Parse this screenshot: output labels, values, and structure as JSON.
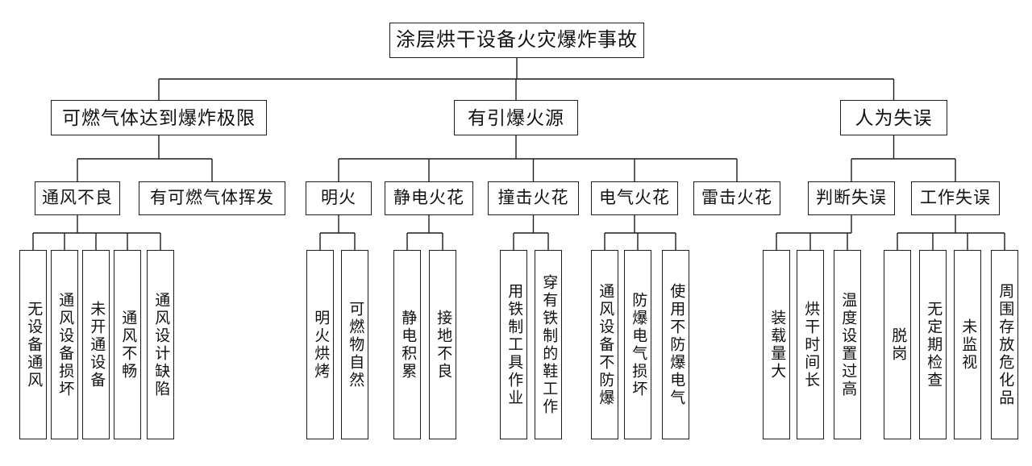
{
  "diagram": {
    "type": "fault-tree",
    "title": "涂层烘干设备火灾爆炸事故",
    "colors": {
      "background": "#ffffff",
      "line": "#1c1c1c",
      "box_border": "#1c1c1c",
      "text": "#111111"
    },
    "nodes": [
      {
        "id": "root",
        "parent": null,
        "label": "涂层烘干设备火灾爆炸事故"
      },
      {
        "id": "g1",
        "parent": "root",
        "label": "可燃气体达到爆炸极限"
      },
      {
        "id": "g2",
        "parent": "root",
        "label": "有引爆火源"
      },
      {
        "id": "g3",
        "parent": "root",
        "label": "人为失误"
      },
      {
        "id": "g1a",
        "parent": "g1",
        "label": "通风不良"
      },
      {
        "id": "g1b",
        "parent": "g1",
        "label": "有可燃气体挥发"
      },
      {
        "id": "g2a",
        "parent": "g2",
        "label": "明火"
      },
      {
        "id": "g2b",
        "parent": "g2",
        "label": "静电火花"
      },
      {
        "id": "g2c",
        "parent": "g2",
        "label": "撞击火花"
      },
      {
        "id": "g2d",
        "parent": "g2",
        "label": "电气火花"
      },
      {
        "id": "g2e",
        "parent": "g2",
        "label": "雷击火花"
      },
      {
        "id": "g3a",
        "parent": "g3",
        "label": "判断失误"
      },
      {
        "id": "g3b",
        "parent": "g3",
        "label": "工作失误"
      },
      {
        "id": "l1",
        "parent": "g1a",
        "label": "无设备通风"
      },
      {
        "id": "l2",
        "parent": "g1a",
        "label": "通风设备损坏"
      },
      {
        "id": "l3",
        "parent": "g1a",
        "label": "未开通设备"
      },
      {
        "id": "l4",
        "parent": "g1a",
        "label": "通风不畅"
      },
      {
        "id": "l5",
        "parent": "g1a",
        "label": "通风设计缺陷"
      },
      {
        "id": "l6",
        "parent": "g2a",
        "label": "明火烘烤"
      },
      {
        "id": "l7",
        "parent": "g2a",
        "label": "可燃物自然"
      },
      {
        "id": "l8",
        "parent": "g2b",
        "label": "静电积累"
      },
      {
        "id": "l9",
        "parent": "g2b",
        "label": "接地不良"
      },
      {
        "id": "l10",
        "parent": "g2c",
        "label": "用铁制工具作业"
      },
      {
        "id": "l11",
        "parent": "g2c",
        "label": "穿有铁制的鞋工作"
      },
      {
        "id": "l12",
        "parent": "g2d",
        "label": "通风设备不防爆"
      },
      {
        "id": "l13",
        "parent": "g2d",
        "label": "防爆电气损坏"
      },
      {
        "id": "l14",
        "parent": "g2d",
        "label": "使用不防爆电气"
      },
      {
        "id": "l15",
        "parent": "g3a",
        "label": "装载量大"
      },
      {
        "id": "l16",
        "parent": "g3a",
        "label": "烘干时间长"
      },
      {
        "id": "l17",
        "parent": "g3a",
        "label": "温度设置过高"
      },
      {
        "id": "l18",
        "parent": "g3b",
        "label": "脱岗"
      },
      {
        "id": "l19",
        "parent": "g3b",
        "label": "无定期检查"
      },
      {
        "id": "l20",
        "parent": "g3b",
        "label": "未监视"
      },
      {
        "id": "l21",
        "parent": "g3b",
        "label": "周围存放危化品"
      }
    ]
  }
}
